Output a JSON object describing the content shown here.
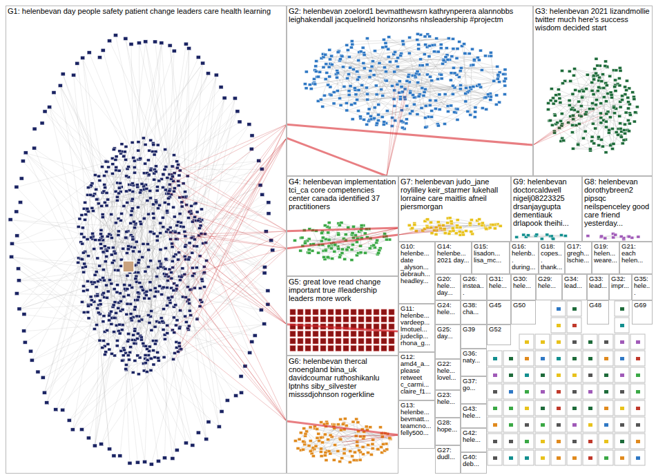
{
  "diagram": {
    "nodes": [
      {
        "text": [
          "G1: helenbevan day people safety patient change leaders care health learning"
        ]
      },
      {
        "text": [
          "G2: helenbevan zoelord1 bevmatthewsrn kathrynperera alannobbs leighakendall jacquelineld horizonsnhs nhsleadership #projectm"
        ]
      },
      {
        "text": [
          "G3: helenbevan 2021 lizandmollie twitter much here's success wisdom decided start"
        ]
      },
      {
        "text": [
          "G4: helenbevan implementation tci_ca core competencies center canada identified 37 practitioners"
        ]
      },
      {
        "text": [
          "G7: helenbevan judo_jane roylilley keir_starmer lukehall lorraine care maitlis afneil piersmorgan"
        ]
      },
      {
        "text": [
          "G9: helenbevan doctorcaldwell nigelj08223325 drsanjaygupta dementiauk drlapook theihi..."
        ]
      },
      {
        "text": [
          "G8: helenbevan dorothybreen2 pipsqc neilspenceley good care friend yesterday..."
        ]
      },
      {
        "text": [
          "G5: great love read change important true #leadership leaders more work"
        ]
      },
      {
        "text": [
          "G6: helenbevan thercal cnoengland bina_uk davidcoumar ruthoshikanlu lptnhs siby_silvester misssdjohnson rogerkline"
        ]
      },
      {
        "text": [
          "G10: helenbe... date _alyson... debrauh... headley..."
        ]
      },
      {
        "text": [
          "G14: helenbe... 2021 day..."
        ]
      },
      {
        "text": [
          "G15: lisadon... lisa_mc..."
        ]
      },
      {
        "text": [
          "G16: helenb... during..."
        ]
      },
      {
        "text": [
          "G18: copes... thank..."
        ]
      },
      {
        "text": [
          "G17: gregh... lschie..."
        ]
      },
      {
        "text": [
          "G19: helen... weare..."
        ]
      },
      {
        "text": [
          "G21: each helen..."
        ]
      },
      {
        "text": [
          "G11: helenbe... vardeep... lmotuel... judeclip... rhona_g..."
        ]
      },
      {
        "text": [
          "G20: hele... day..."
        ]
      },
      {
        "text": [
          "G26: instea..."
        ]
      },
      {
        "text": [
          "G31: hele..."
        ]
      },
      {
        "text": [
          "G30: hele..."
        ]
      },
      {
        "text": [
          "G29: hele..."
        ]
      },
      {
        "text": [
          "G34: lead..."
        ]
      },
      {
        "text": [
          "G33: lead..."
        ]
      },
      {
        "text": [
          "G32: impr..."
        ]
      },
      {
        "text": [
          "G35: hele..."
        ]
      },
      {
        "text": [
          "G24: hele..."
        ]
      },
      {
        "text": [
          "G38: cha..."
        ]
      },
      {
        "text": [
          "G45"
        ]
      },
      {
        "text": [
          "G50"
        ]
      },
      {
        "text": [
          "G48"
        ]
      },
      {
        "text": [
          "G69"
        ]
      },
      {
        "text": [
          "G25: day..."
        ]
      },
      {
        "text": [
          "G39"
        ]
      },
      {
        "text": [
          "G12: amd4_a... please retweet c_carmi... claire_f1..."
        ]
      },
      {
        "text": [
          "G22: hele... lovel..."
        ]
      },
      {
        "text": [
          "G36: naty..."
        ]
      },
      {
        "text": [
          "G52"
        ]
      },
      {
        "text": [
          "G23: hele..."
        ]
      },
      {
        "text": [
          "G37: go..."
        ]
      },
      {
        "text": [
          "G13: helenbe... bevmatt... teamcno... felly500..."
        ]
      },
      {
        "text": [
          "G28: hope..."
        ]
      },
      {
        "text": [
          "G43: hele..."
        ]
      },
      {
        "text": [
          "G42: hele..."
        ]
      },
      {
        "text": [
          "G27: dudl..."
        ]
      },
      {
        "text": [
          "G40: deb..."
        ]
      }
    ],
    "edges": [
      {
        "from": 0,
        "to": 1,
        "arrow": "none"
      },
      {
        "from": 0,
        "to": 2,
        "arrow": "none"
      },
      {
        "from": 0,
        "to": 3,
        "arrow": "none"
      },
      {
        "from": 0,
        "to": 4,
        "arrow": "none"
      },
      {
        "from": 0,
        "to": 7,
        "arrow": "none"
      },
      {
        "from": 0,
        "to": 8,
        "arrow": "none"
      }
    ]
  }
}
